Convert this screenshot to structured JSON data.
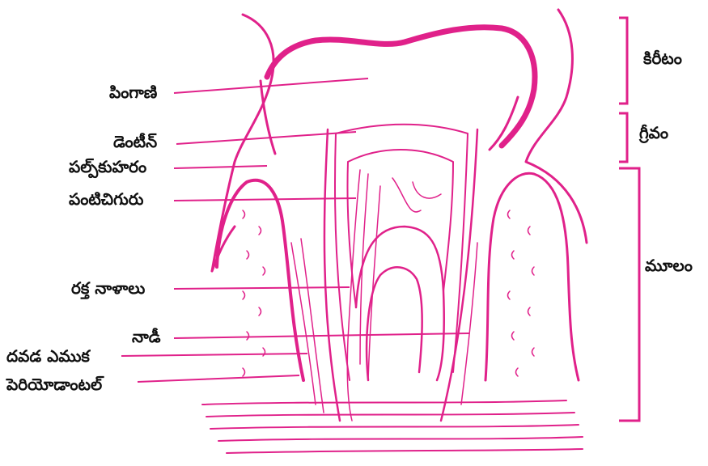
{
  "diagram": {
    "accent_color": "#e0218a",
    "left_labels": [
      {
        "id": "enamel",
        "text": "పింగాణి"
      },
      {
        "id": "dentine",
        "text": "డెంటీన్"
      },
      {
        "id": "pulp-cavity",
        "text": "పల్ప్‌కుహరం"
      },
      {
        "id": "gum",
        "text": "పంటిచిగురు"
      },
      {
        "id": "blood-vessels",
        "text": "రక్త నాళాలు"
      },
      {
        "id": "nerve",
        "text": "నాడీ"
      },
      {
        "id": "jaw-bone",
        "text": "దవడ ఎముక"
      },
      {
        "id": "periodontal",
        "text": "పెరియోడాంటల్"
      }
    ],
    "right_labels": [
      {
        "id": "crown",
        "text": "కిరీటం"
      },
      {
        "id": "neck",
        "text": "గ్రీవం"
      },
      {
        "id": "root",
        "text": "మూలం"
      }
    ]
  }
}
